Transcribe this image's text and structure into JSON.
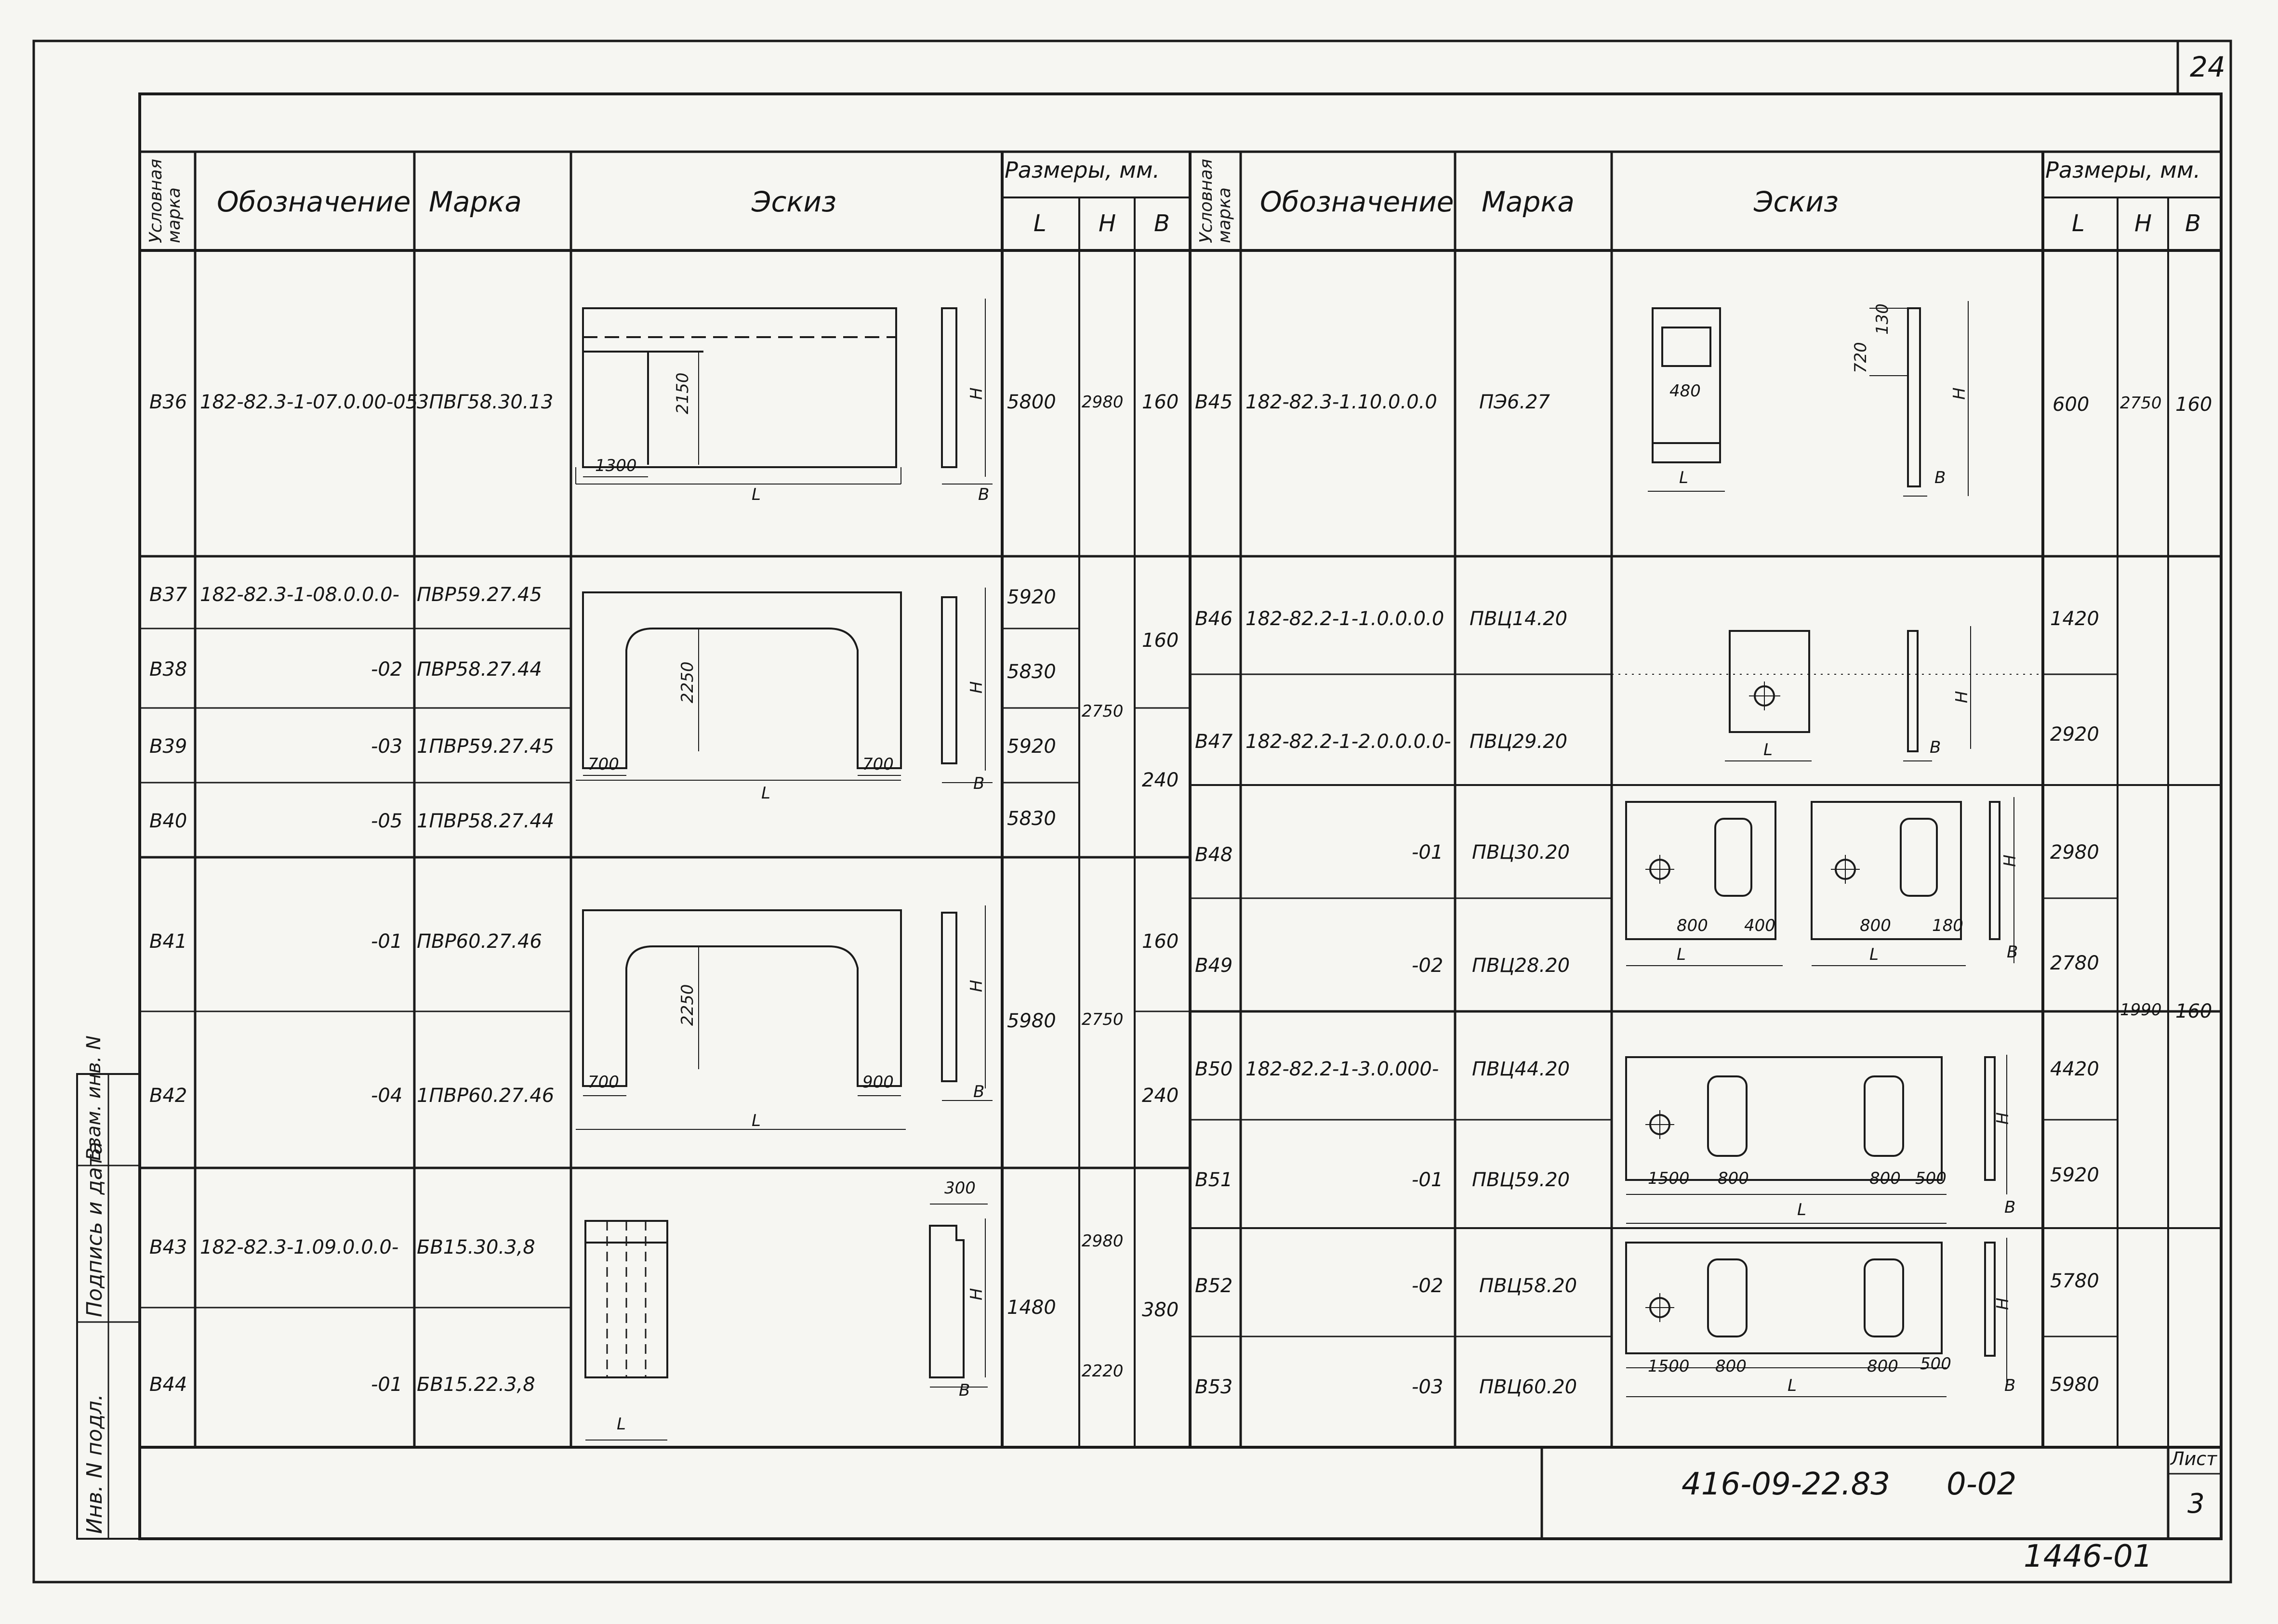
{
  "sheet": {
    "page_number": "24",
    "document_code": "416-09-22.83",
    "sheet_code": "0-02",
    "sheet_label": "Лист",
    "sheet_no": "3",
    "archive_no": "1446-01",
    "side_stamp": [
      "Инв. N подл.",
      "Подпись и дата",
      "Взам. инв. N"
    ]
  },
  "header": {
    "cond_mark": "Условная марка",
    "designation": "Обозначение",
    "mark": "Марка",
    "sketch": "Эскиз",
    "dims": "Размеры, мм.",
    "L": "L",
    "H": "H",
    "B": "B"
  },
  "left_rows": [
    {
      "id": "B36",
      "designation": "182-82.3-1-07.0.00-05",
      "mark": "3ПВГ58.30.13"
    },
    {
      "id": "B37",
      "designation": "182-82.3-1-08.0.0.0-",
      "mark": "ПВР59.27.45"
    },
    {
      "id": "B38",
      "designation": "-02",
      "mark": "ПВР58.27.44"
    },
    {
      "id": "B39",
      "designation": "-03",
      "mark": "1ПВР59.27.45"
    },
    {
      "id": "B40",
      "designation": "-05",
      "mark": "1ПВР58.27.44"
    },
    {
      "id": "B41",
      "designation": "-01",
      "mark": "ПВР60.27.46"
    },
    {
      "id": "B42",
      "designation": "-04",
      "mark": "1ПВР60.27.46"
    },
    {
      "id": "B43",
      "designation": "182-82.3-1.09.0.0.0-",
      "mark": "БВ15.30.3,8"
    },
    {
      "id": "B44",
      "designation": "-01",
      "mark": "БВ15.22.3,8"
    }
  ],
  "left_dims": {
    "L": [
      "5800",
      "5920",
      "5830",
      "5920",
      "5830",
      "5980",
      "1480"
    ],
    "H": [
      "2980",
      "2750",
      "2750",
      "2980",
      "2220"
    ],
    "B": [
      "160",
      "160",
      "240",
      "160",
      "240",
      "380"
    ]
  },
  "right_rows": [
    {
      "id": "B45",
      "designation": "182-82.3-1.10.0.0.0",
      "mark": "ПЭ6.27",
      "L": "600"
    },
    {
      "id": "B46",
      "designation": "182-82.2-1-1.0.0.0.0",
      "mark": "ПВЦ14.20",
      "L": "1420"
    },
    {
      "id": "B47",
      "designation": "182-82.2-1-2.0.0.0.0-",
      "mark": "ПВЦ29.20",
      "L": "2920"
    },
    {
      "id": "B48",
      "designation": "-01",
      "mark": "ПВЦ30.20",
      "L": "2980"
    },
    {
      "id": "B49",
      "designation": "-02",
      "mark": "ПВЦ28.20",
      "L": "2780"
    },
    {
      "id": "B50",
      "designation": "182-82.2-1-3.0.000-",
      "mark": "ПВЦ44.20",
      "L": "4420"
    },
    {
      "id": "B51",
      "designation": "-01",
      "mark": "ПВЦ59.20",
      "L": "5920"
    },
    {
      "id": "B52",
      "designation": "-02",
      "mark": "ПВЦ58.20",
      "L": "5780"
    },
    {
      "id": "B53",
      "designation": "-03",
      "mark": "ПВЦ60.20",
      "L": "5980"
    }
  ],
  "right_dims": {
    "H_B45": "2750",
    "B_B45": "160",
    "H_common": "1990",
    "B_common": "160"
  },
  "sketch_labels": {
    "s1": [
      "2150",
      "1300",
      "L",
      "H",
      "B"
    ],
    "s2": [
      "2250",
      "700",
      "700",
      "L",
      "H",
      "B"
    ],
    "s3": [
      "2250",
      "700",
      "900",
      "L",
      "H",
      "B"
    ],
    "s4": [
      "300",
      "H",
      "L",
      "B"
    ],
    "s5": [
      "720",
      "130",
      "480",
      "L",
      "H",
      "B"
    ],
    "s6": [
      "L",
      "H",
      "B"
    ],
    "s7": [
      "800",
      "400",
      "L",
      "800",
      "180",
      "L",
      "H",
      "B"
    ],
    "s8": [
      "1500",
      "800",
      "800",
      "500",
      "L",
      "H",
      "B"
    ],
    "s9": [
      "1500",
      "800",
      "800",
      "500",
      "L",
      "H",
      "B"
    ]
  }
}
